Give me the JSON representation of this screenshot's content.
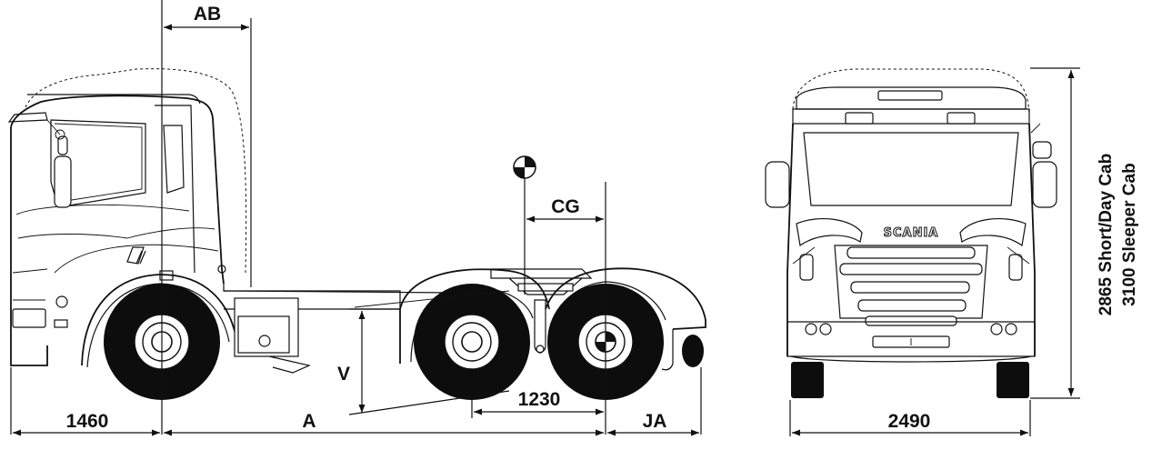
{
  "dimensions": {
    "ab": "AB",
    "cg": "CG",
    "v": "V",
    "a": "A",
    "ja": "JA",
    "front_overhang": "1460",
    "tandem_spacing": "1230",
    "width": "2490"
  },
  "cab_heights": {
    "short_day": "2865 Short/Day Cab",
    "sleeper": "3100 Sleeper Cab"
  },
  "brand_badge": "SCANIA"
}
